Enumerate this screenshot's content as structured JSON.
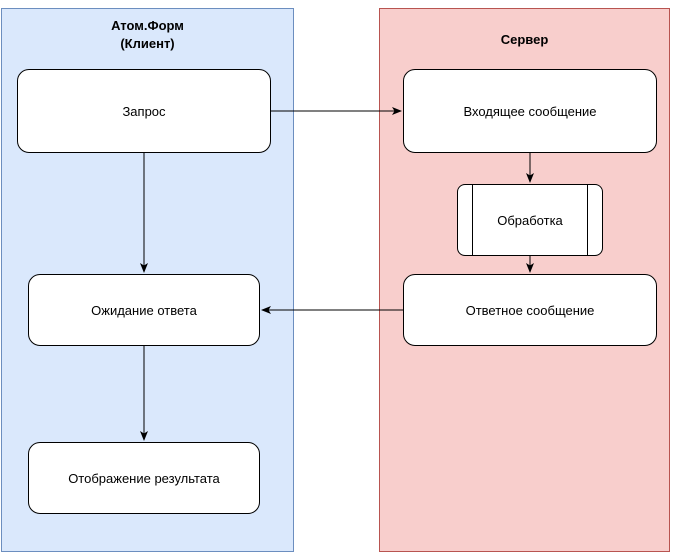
{
  "lanes": {
    "client": {
      "title": "Атом.Форм\n(Клиент)",
      "fill": "#dae8fc",
      "stroke": "#6c8ebf"
    },
    "server": {
      "title": "Сервер",
      "fill": "#f8cecc",
      "stroke": "#b85450"
    }
  },
  "nodes": {
    "request": "Запрос",
    "waiting": "Ожидание ответа",
    "display": "Отображение результата",
    "incoming": "Входящее сообщение",
    "processing": "Обработка",
    "response": "Ответное сообщение"
  }
}
